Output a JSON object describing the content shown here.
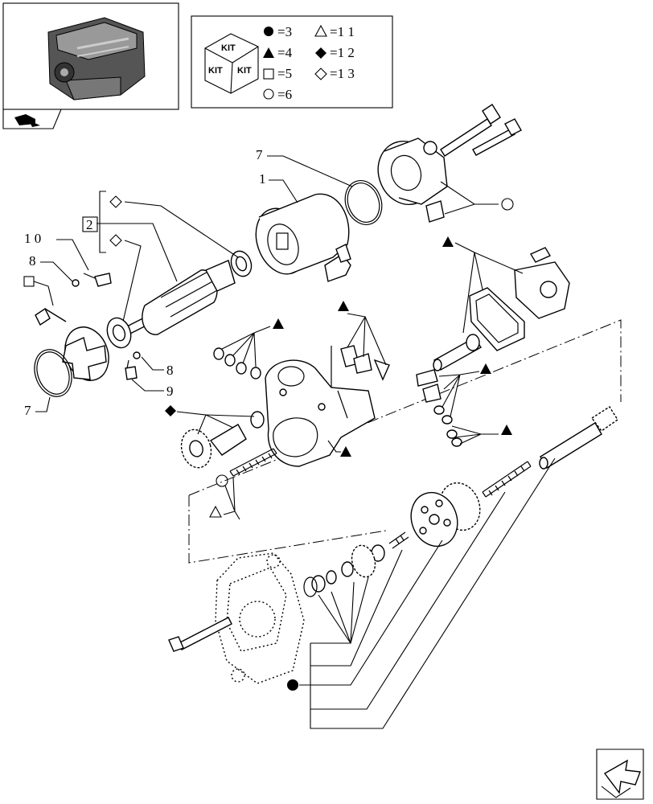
{
  "legend": {
    "kit_label": "KIT",
    "entries": [
      {
        "symbol": "filled-circle-icon",
        "text": "=3"
      },
      {
        "symbol": "triangle-outline-icon",
        "text": "=1 1"
      },
      {
        "symbol": "triangle-filled-icon",
        "text": "=4"
      },
      {
        "symbol": "diamond-filled-icon",
        "text": "=1 2"
      },
      {
        "symbol": "square-outline-icon",
        "text": "=5"
      },
      {
        "symbol": "diamond-outline-icon",
        "text": "=1 3"
      },
      {
        "symbol": "circle-outline-icon",
        "text": "=6"
      }
    ]
  },
  "callouts": {
    "c1": "1",
    "c2": "2",
    "c7a": "7",
    "c7b": "7",
    "c8a": "8",
    "c8b": "8",
    "c9": "9",
    "c10": "1 0"
  }
}
